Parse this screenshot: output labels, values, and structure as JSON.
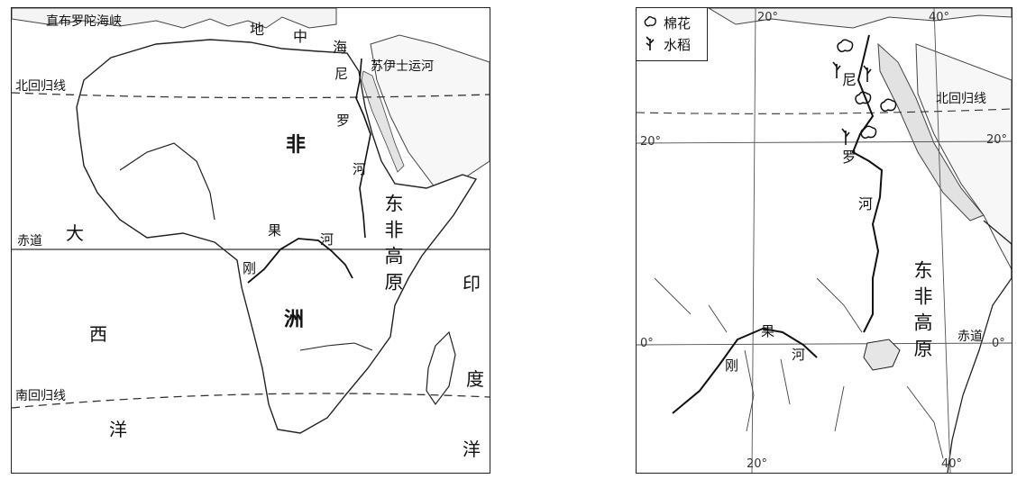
{
  "left_map": {
    "labels": {
      "gibraltar": "直布罗陀海峡",
      "med_di": "地",
      "med_zhong": "中",
      "med_hai": "海",
      "suez": "苏伊士运河",
      "tropic_cancer": "北回归线",
      "equator": "赤道",
      "tropic_capricorn": "南回归线",
      "africa_fei": "非",
      "africa_zhou": "洲",
      "nile_ni": "尼",
      "nile_luo": "罗",
      "nile_he": "河",
      "congo_gang": "刚",
      "congo_guo": "果",
      "congo_he": "河",
      "east_africa_plateau": "东非高原",
      "atlantic_da": "大",
      "atlantic_xi": "西",
      "atlantic_yang": "洋",
      "indian_yin": "印",
      "indian_du": "度",
      "indian_yang": "洋"
    }
  },
  "right_map": {
    "legend": {
      "cotton": "棉花",
      "rice": "水稻",
      "cotton_icon": "cotton-icon",
      "rice_icon": "rice-icon"
    },
    "labels": {
      "tropic_cancer": "北回归线",
      "equator": "赤道",
      "lon_20_top": "20°",
      "lon_40_top": "40°",
      "lon_20_bottom": "20°",
      "lon_40_bottom": "40°",
      "lat_20_left": "20°",
      "lat_20_right": "20°",
      "lat_0_left": "0°",
      "lat_0_right": "0°",
      "nile_ni": "尼",
      "nile_luo": "罗",
      "nile_he": "河",
      "congo_gang": "刚",
      "congo_guo": "果",
      "congo_he": "河",
      "east_africa_plateau": "东非高原"
    }
  }
}
